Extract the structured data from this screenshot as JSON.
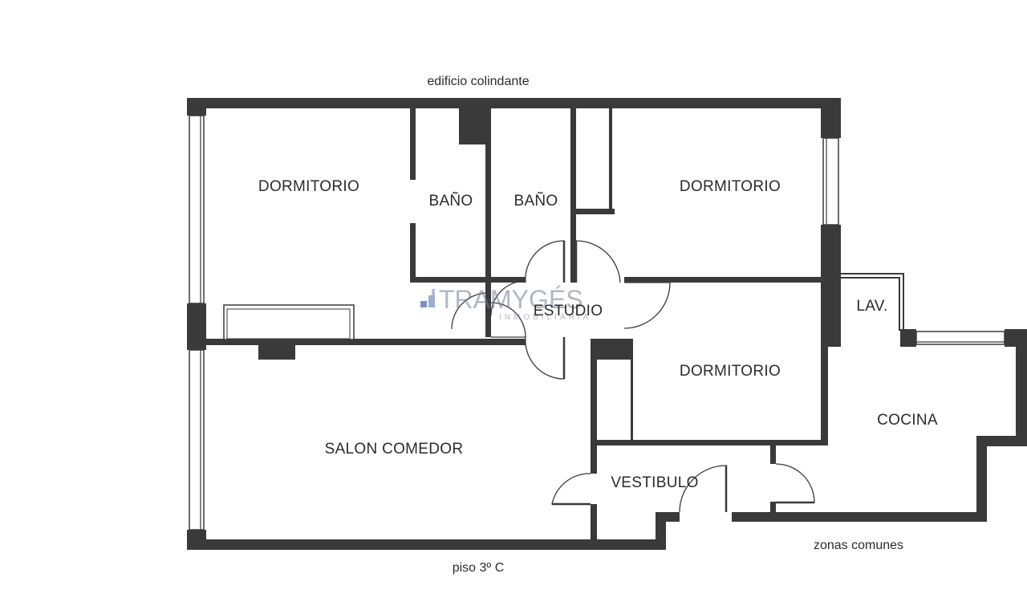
{
  "labels": {
    "top": "edificio colindante",
    "bottom": "piso 3º C",
    "bottom_right": "zonas comunes"
  },
  "rooms": {
    "dormitorio_1": "DORMITORIO",
    "bano_1": "BAÑO",
    "bano_2": "BAÑO",
    "dormitorio_2": "DORMITORIO",
    "estudio": "ESTUDIO",
    "lav": "LAV.",
    "dormitorio_3": "DORMITORIO",
    "cocina": "COCINA",
    "salon": "SALON COMEDOR",
    "vestibulo": "VESTIBULO"
  },
  "watermark": {
    "brand": "TRAMYGÉS",
    "sub": "INMOBILIARIA"
  },
  "colors": {
    "wall": "#3a3a3a",
    "watermark": "#6f7f9a",
    "watermark_accent": "#3f5fa8"
  }
}
